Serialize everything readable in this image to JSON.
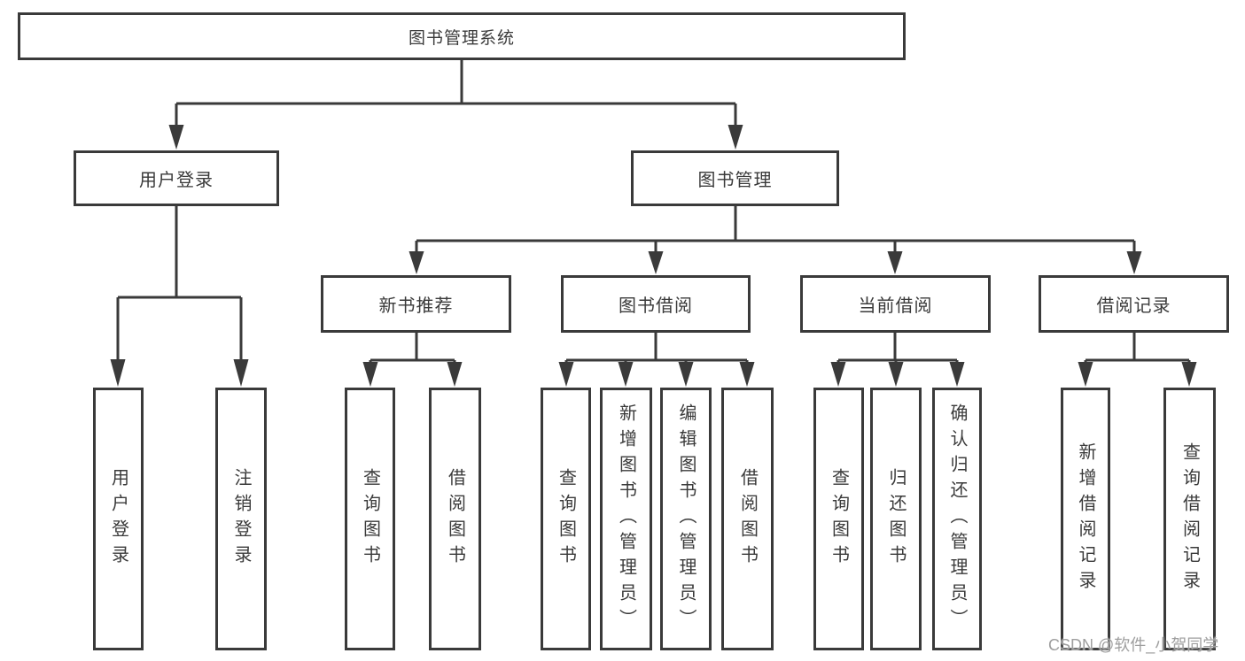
{
  "diagram": {
    "root": {
      "label": "图书管理系统"
    },
    "level2": [
      {
        "label": "用户登录"
      },
      {
        "label": "图书管理"
      }
    ],
    "level3": [
      {
        "label": "新书推荐"
      },
      {
        "label": "图书借阅"
      },
      {
        "label": "当前借阅"
      },
      {
        "label": "借阅记录"
      }
    ],
    "leaves": {
      "user_login": [
        "用户登录",
        "注销登录"
      ],
      "new_book": [
        "查询图书",
        "借阅图书"
      ],
      "book_borrow": [
        "查询图书",
        "新增图书（管理员）",
        "编辑图书（管理员）",
        "借阅图书"
      ],
      "current_borrow": [
        "查询图书",
        "归还图书",
        "确认归还（管理员）"
      ],
      "borrow_record": [
        "新增借阅记录",
        "查询借阅记录"
      ]
    },
    "watermark": "CSDN @软件_小贺同学",
    "colors": {
      "line": "#3a3a3a",
      "box_border": "#3a3a3a",
      "box_fill": "#ffffff",
      "text": "#3a3a3a",
      "background": "#ffffff",
      "watermark": "#9e9e9e"
    }
  }
}
